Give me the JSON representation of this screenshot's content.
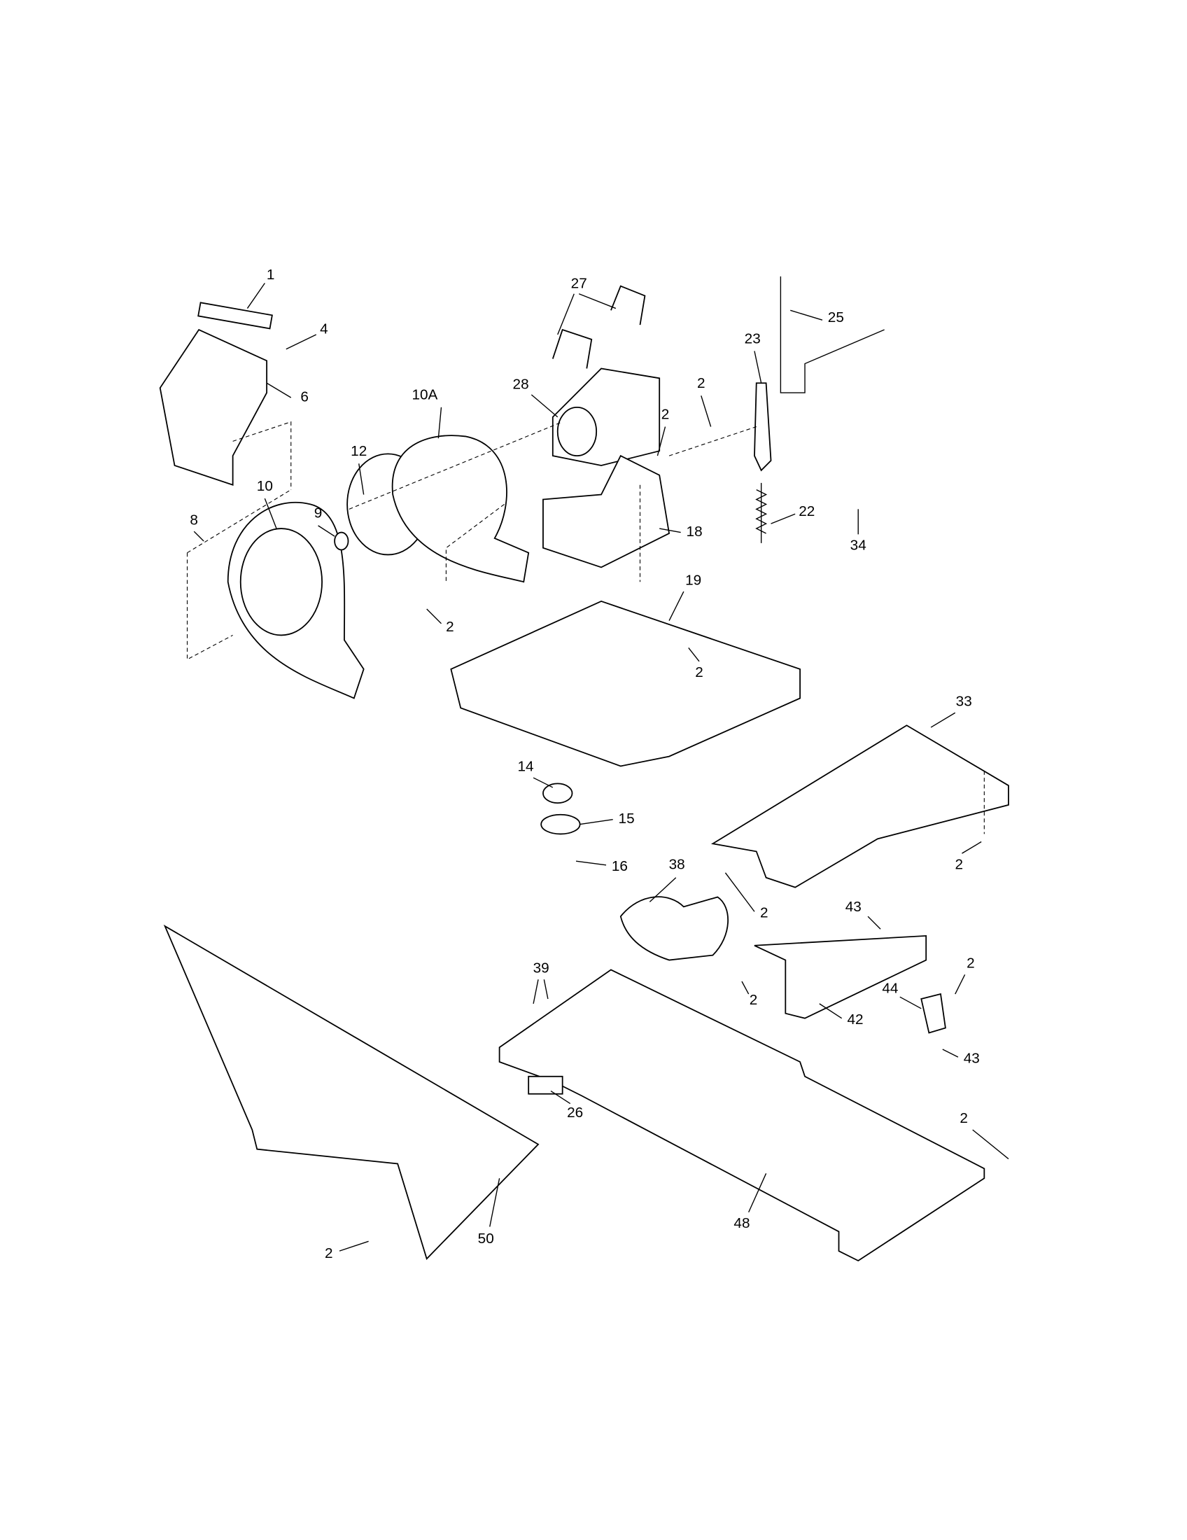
{
  "title": "Blower / Motor / Base exploded parts diagram",
  "callouts": [
    "1",
    "4",
    "6",
    "10A",
    "27",
    "28",
    "25",
    "23",
    "2",
    "2",
    "12",
    "10",
    "9",
    "8",
    "22",
    "18",
    "34",
    "19",
    "2",
    "2",
    "33",
    "14",
    "15",
    "16",
    "38",
    "2",
    "2",
    "43",
    "39",
    "2",
    "44",
    "2",
    "42",
    "43",
    "26",
    "2",
    "48",
    "50",
    "2"
  ]
}
